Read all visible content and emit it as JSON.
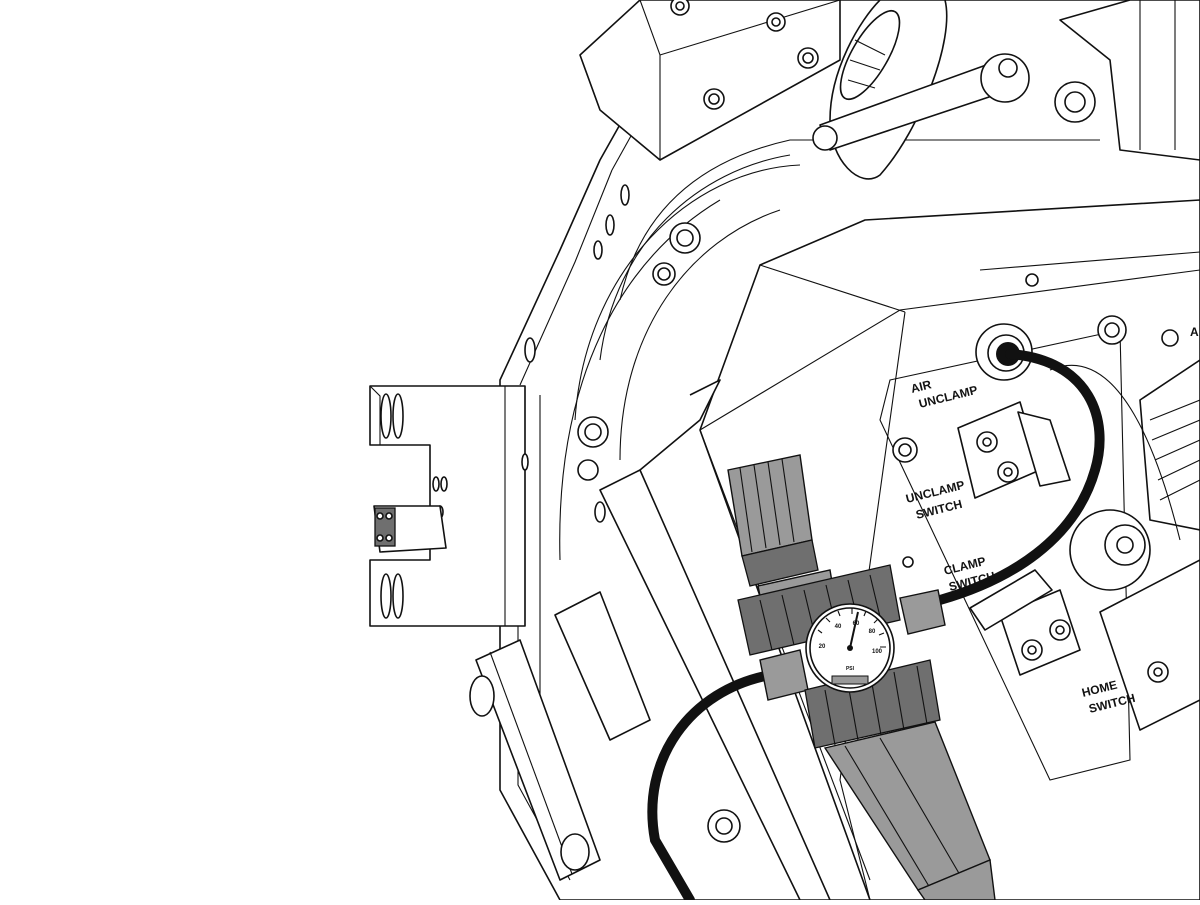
{
  "labels": {
    "air_unclamp_line1": "AIR",
    "air_unclamp_line2": "UNCLAMP",
    "unclamp_switch_line1": "UNCLAMP",
    "unclamp_switch_line2": "SWITCH",
    "clamp_switch_line1": "CLAMP",
    "clamp_switch_line2": "SWITCH",
    "home_switch_line1": "HOME",
    "home_switch_line2": "SWITCH",
    "edge_label_fragment": "A"
  },
  "gauge": {
    "scale": [
      "20",
      "40",
      "60",
      "80",
      "100"
    ],
    "unit": "PSI"
  },
  "colors": {
    "line": "#111111",
    "regulator_body": "#9a9a9a",
    "hose": "#111111",
    "background": "#ffffff"
  },
  "icons": [
    "pressure-gauge-icon",
    "regulator-knob-icon",
    "fitting-icon",
    "bolt-icon"
  ]
}
